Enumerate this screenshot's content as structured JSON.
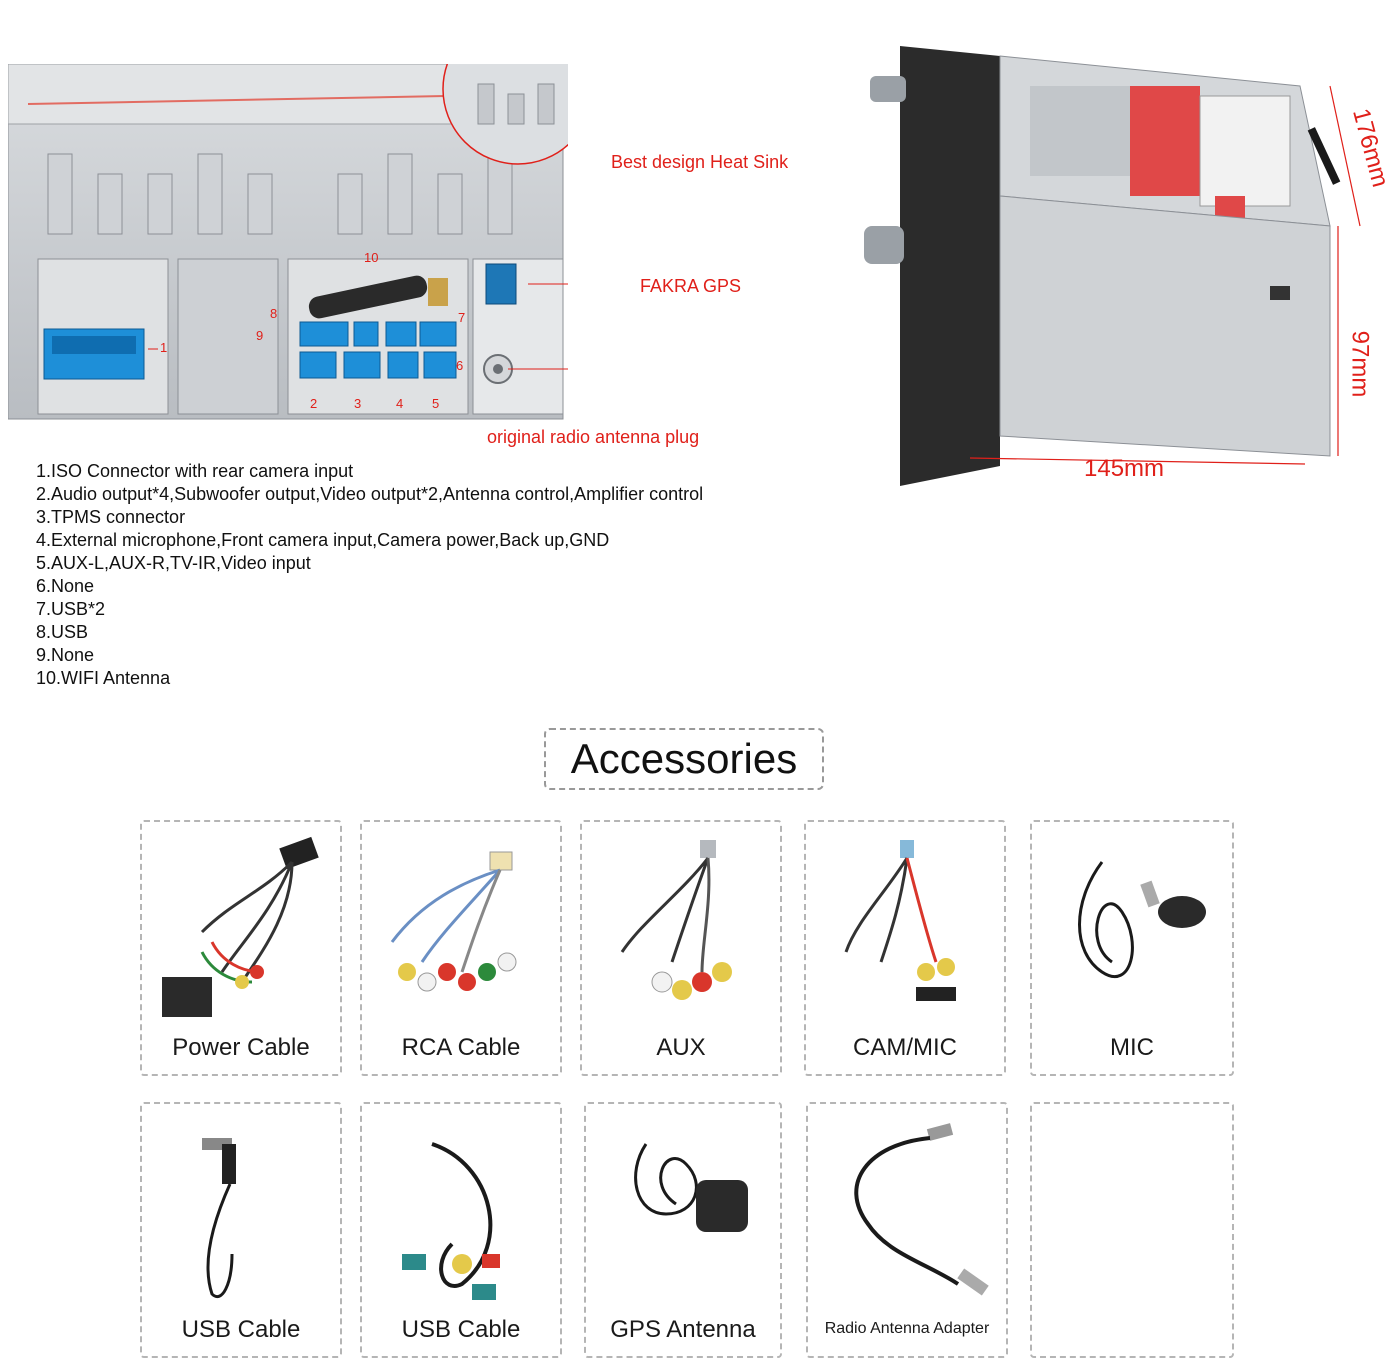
{
  "callouts": {
    "heat_sink": "Best design Heat Sink",
    "fakra_gps": "FAKRA GPS",
    "radio_plug": "original radio antenna plug"
  },
  "rear_markers": [
    "1",
    "2",
    "3",
    "4",
    "5",
    "6",
    "7",
    "8",
    "9",
    "10"
  ],
  "dimensions": {
    "height_top": "176mm",
    "height_front": "97mm",
    "depth": "145mm"
  },
  "legend": [
    "1.ISO Connector with rear camera input",
    "2.Audio output*4,Subwoofer output,Video output*2,Antenna control,Amplifier control",
    "3.TPMS connector",
    "4.External microphone,Front camera input,Camera power,Back up,GND",
    "5.AUX-L,AUX-R,TV-IR,Video input",
    "6.None",
    "7.USB*2",
    "8.USB",
    "9.None",
    "10.WIFI Antenna"
  ],
  "accessories": {
    "title": "Accessories",
    "items": [
      {
        "label": "Power Cable",
        "icon": "power-cable-icon"
      },
      {
        "label": "RCA Cable",
        "icon": "rca-cable-icon"
      },
      {
        "label": "AUX",
        "icon": "aux-cable-icon"
      },
      {
        "label": "CAM/MIC",
        "icon": "cam-mic-cable-icon"
      },
      {
        "label": "MIC",
        "icon": "microphone-icon"
      },
      {
        "label": "USB Cable",
        "icon": "usb-cable-icon"
      },
      {
        "label": "USB Cable",
        "icon": "usb-video-cable-icon"
      },
      {
        "label": "GPS Antenna",
        "icon": "gps-antenna-icon"
      },
      {
        "label": "Radio Antenna Adapter",
        "icon": "radio-antenna-adapter-icon"
      },
      {
        "label": "",
        "icon": ""
      }
    ]
  },
  "colors": {
    "accent_red": "#e0201a",
    "connector_blue": "#1e8fd8",
    "panel_gray": "#c9ccd0"
  }
}
